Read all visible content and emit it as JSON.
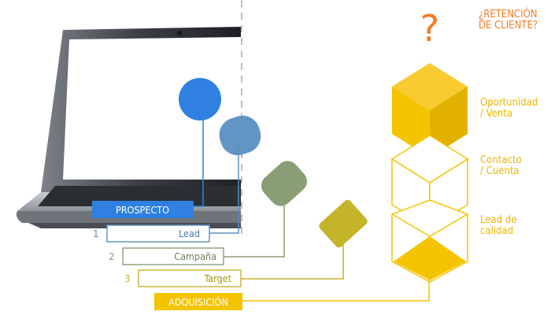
{
  "question_mark": "?",
  "retention_question": {
    "line1": "¿RETENCIÓN",
    "line2": "DE CLIENTE?"
  },
  "funnel_stages": [
    {
      "line1": "Oportunidad",
      "line2": "/ Venta"
    },
    {
      "line1": "Contacto",
      "line2": "/ Cuenta"
    },
    {
      "line1": "Lead de",
      "line2": "calidad"
    }
  ],
  "boxes": {
    "prospecto": "PROSPECTO",
    "lead": "Lead",
    "campana": "Campaña",
    "target": "Target",
    "adquisicion": "ADQUISICIÓN"
  },
  "step_numbers": [
    "1",
    "2",
    "3"
  ],
  "colors": {
    "orange": "#f47b20",
    "yellow": "#f5c400",
    "blue": "#2f80e0",
    "steel_blue": "#5a8fc0",
    "sage": "#8a9e76",
    "olive": "#c4b42a",
    "laptop_dark": "#2a2d32",
    "dash_gray": "#9a9a9a"
  }
}
